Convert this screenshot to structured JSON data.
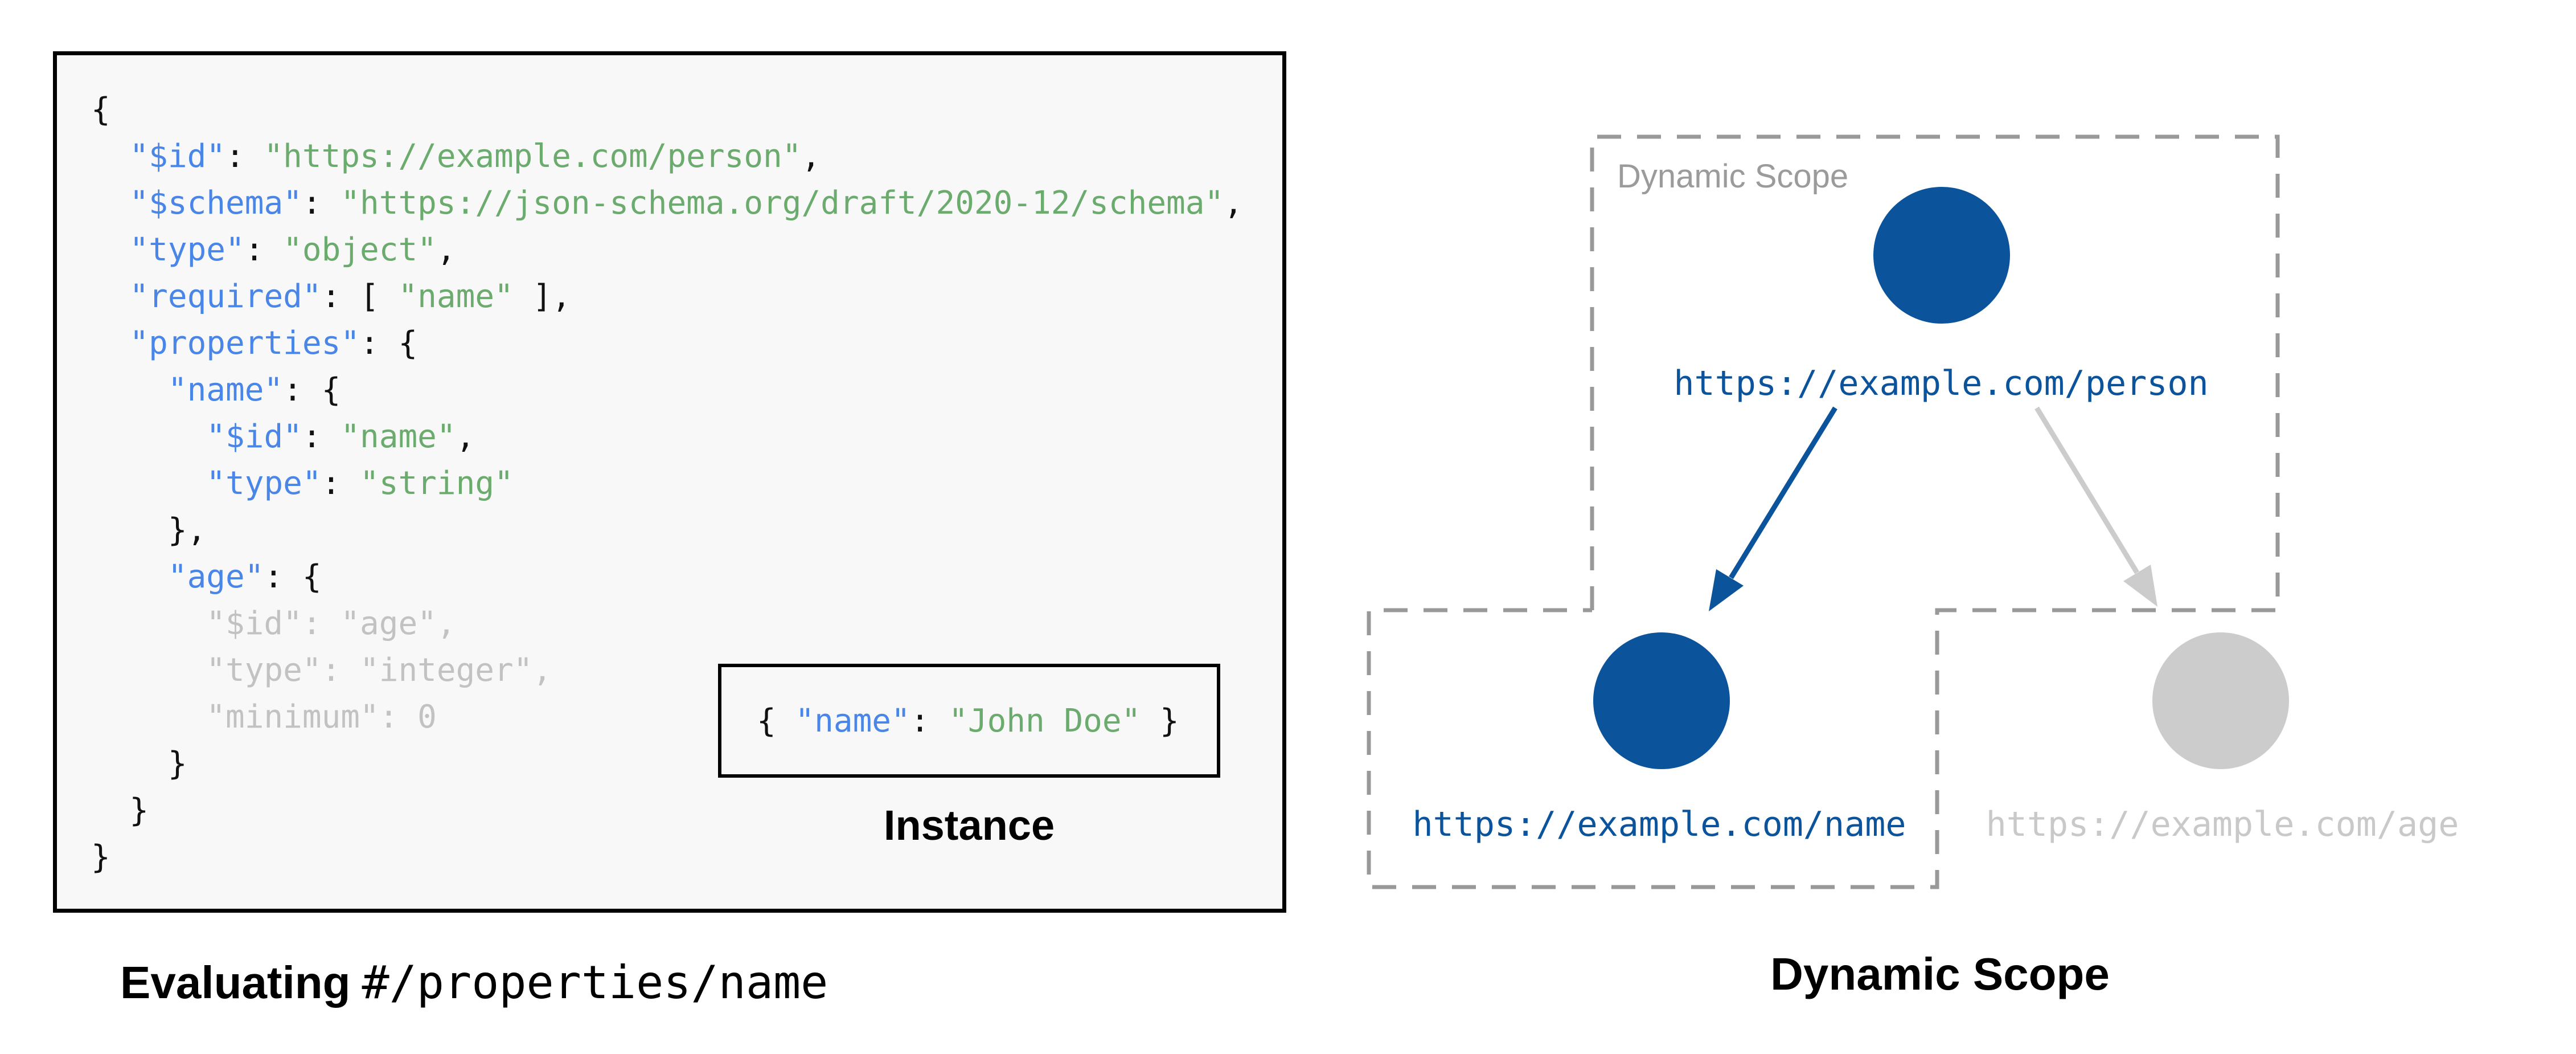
{
  "colors": {
    "key_blue": "#4a86e8",
    "string_green": "#6cab6e",
    "dim_gray": "#c2c2c2",
    "code_black": "#111111",
    "node_blue": "#0b549c",
    "node_gray": "#cccccc",
    "dash_gray": "#999999",
    "scope_label_gray": "#9b9b9b",
    "box_bg": "#f8f8f8",
    "border_black": "#000000",
    "inactive_text": "#c9c9c9"
  },
  "left": {
    "code_lines": [
      [
        [
          "p",
          "{"
        ]
      ],
      [
        [
          "p",
          "  "
        ],
        [
          "k",
          "\"$id\""
        ],
        [
          "p",
          ": "
        ],
        [
          "s",
          "\"https://example.com/person\""
        ],
        [
          "p",
          ","
        ]
      ],
      [
        [
          "p",
          "  "
        ],
        [
          "k",
          "\"$schema\""
        ],
        [
          "p",
          ": "
        ],
        [
          "s",
          "\"https://json-schema.org/draft/2020-12/schema\""
        ],
        [
          "p",
          ","
        ]
      ],
      [
        [
          "p",
          "  "
        ],
        [
          "k",
          "\"type\""
        ],
        [
          "p",
          ": "
        ],
        [
          "s",
          "\"object\""
        ],
        [
          "p",
          ","
        ]
      ],
      [
        [
          "p",
          "  "
        ],
        [
          "k",
          "\"required\""
        ],
        [
          "p",
          ": [ "
        ],
        [
          "s",
          "\"name\""
        ],
        [
          "p",
          " ],"
        ]
      ],
      [
        [
          "p",
          "  "
        ],
        [
          "k",
          "\"properties\""
        ],
        [
          "p",
          ": {"
        ]
      ],
      [
        [
          "p",
          "    "
        ],
        [
          "k",
          "\"name\""
        ],
        [
          "p",
          ": {"
        ]
      ],
      [
        [
          "p",
          "      "
        ],
        [
          "k",
          "\"$id\""
        ],
        [
          "p",
          ": "
        ],
        [
          "s",
          "\"name\""
        ],
        [
          "p",
          ","
        ]
      ],
      [
        [
          "p",
          "      "
        ],
        [
          "k",
          "\"type\""
        ],
        [
          "p",
          ": "
        ],
        [
          "s",
          "\"string\""
        ]
      ],
      [
        [
          "p",
          "    },"
        ]
      ],
      [
        [
          "p",
          "    "
        ],
        [
          "k",
          "\"age\""
        ],
        [
          "p",
          ": {"
        ]
      ],
      [
        [
          "d",
          "      \"$id\": \"age\","
        ]
      ],
      [
        [
          "d",
          "      \"type\": \"integer\","
        ]
      ],
      [
        [
          "d",
          "      \"minimum\": 0"
        ]
      ],
      [
        [
          "p",
          "    }"
        ]
      ],
      [
        [
          "p",
          "  }"
        ]
      ],
      [
        [
          "p",
          "}"
        ]
      ]
    ],
    "instance": {
      "tokens": [
        [
          "p",
          "{ "
        ],
        [
          "k",
          "\"name\""
        ],
        [
          "p",
          ": "
        ],
        [
          "s",
          "\"John Doe\""
        ],
        [
          "p",
          " }"
        ]
      ],
      "label": "Instance"
    },
    "caption": {
      "bold": "Evaluating",
      "path": "#/properties/name"
    }
  },
  "right": {
    "scope_label": "Dynamic Scope",
    "title": "Dynamic Scope",
    "nodes": [
      {
        "id": "person",
        "url": "https://example.com/person",
        "state": "active"
      },
      {
        "id": "name",
        "url": "https://example.com/name",
        "state": "active"
      },
      {
        "id": "age",
        "url": "https://example.com/age",
        "state": "inactive"
      }
    ]
  }
}
